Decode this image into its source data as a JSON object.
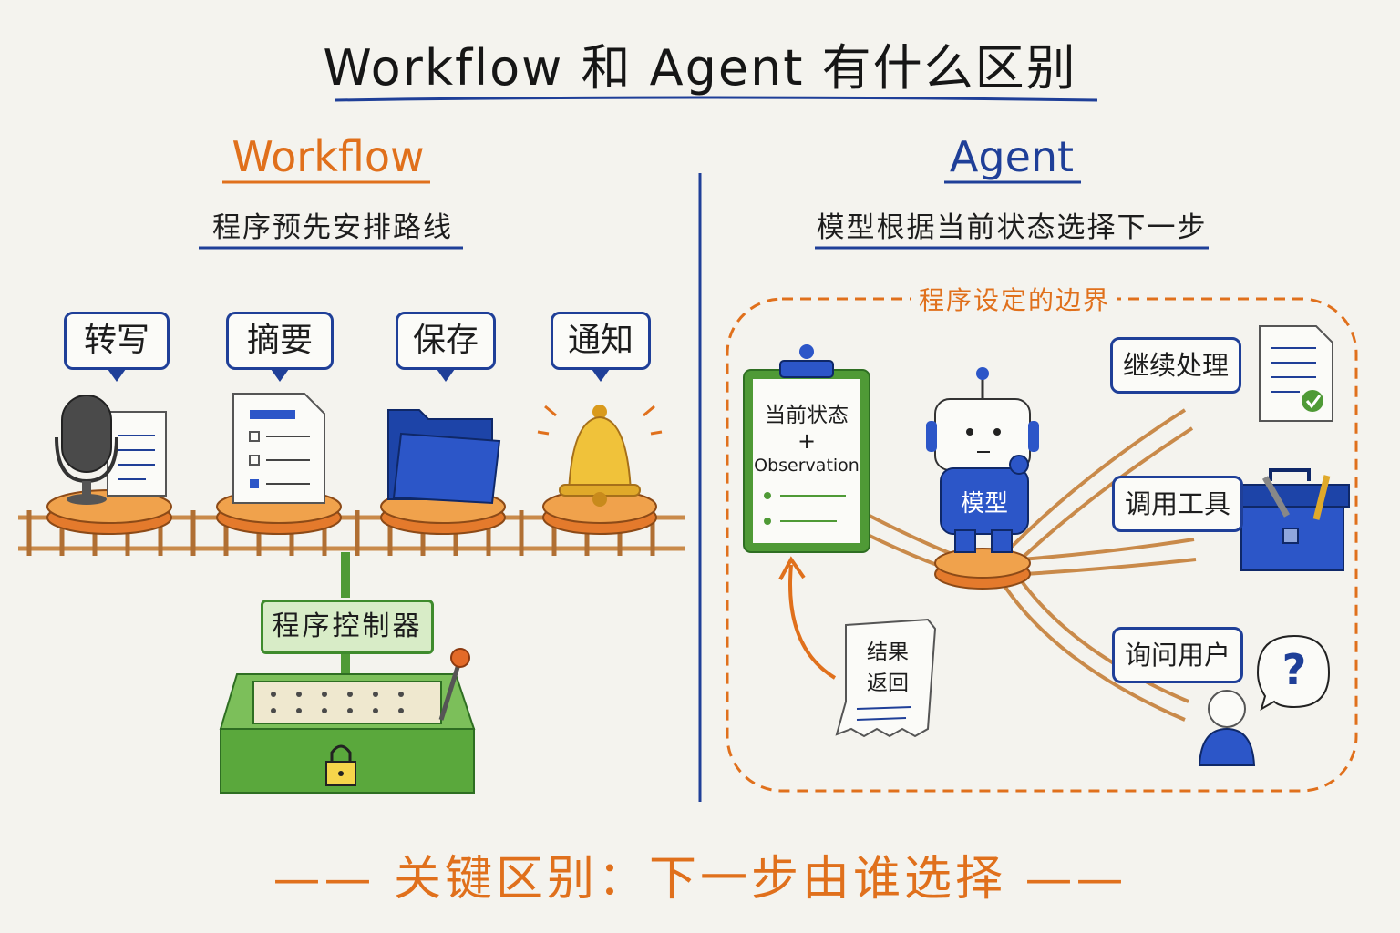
{
  "title": "Workflow 和 Agent 有什么区别",
  "workflow": {
    "heading": "Workflow",
    "subtitle": "程序预先安排路线",
    "steps": [
      "转写",
      "摘要",
      "保存",
      "通知"
    ],
    "controller_label": "程序控制器"
  },
  "agent": {
    "heading": "Agent",
    "subtitle": "模型根据当前状态选择下一步",
    "boundary_label": "程序设定的边界",
    "clipboard_line1": "当前状态",
    "clipboard_line2": "+",
    "clipboard_line3": "Observation",
    "robot_label": "模型",
    "result_line1": "结果",
    "result_line2": "返回",
    "options": [
      "继续处理",
      "调用工具",
      "询问用户"
    ],
    "question_mark": "?"
  },
  "bottom_text": "—— 关键区别：下一步由谁选择 ——",
  "colors": {
    "blue": "#1f3f98",
    "orange": "#e0701c",
    "green": "#3e8b2c",
    "track": "#c98a4a"
  }
}
